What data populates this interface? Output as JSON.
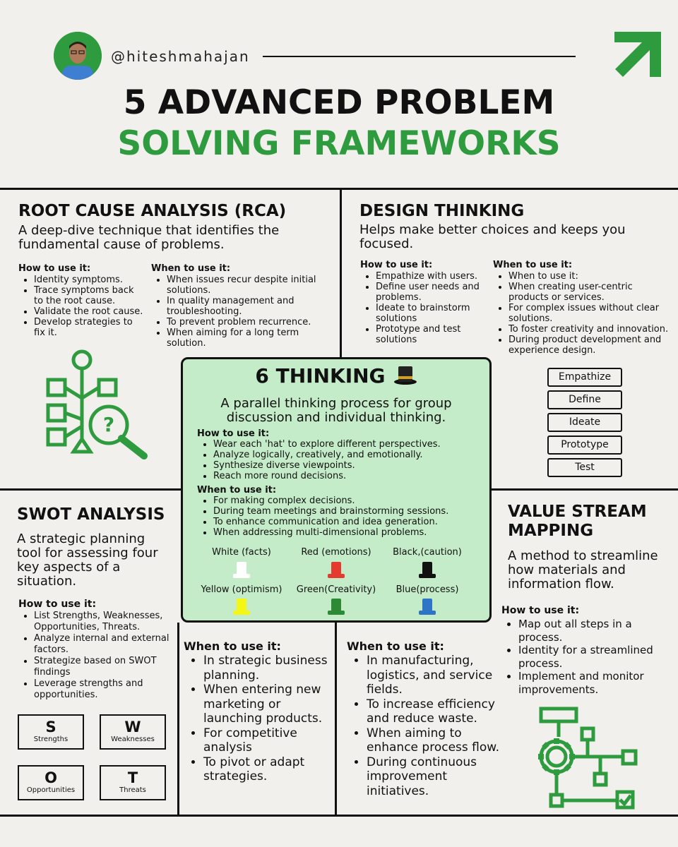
{
  "header": {
    "handle": "@hiteshmahajan",
    "title_line1": "5 ADVANCED PROBLEM",
    "title_line2": "SOLVING FRAMEWORKS",
    "accent_color": "#2e9b3e"
  },
  "rca": {
    "title": "ROOT CAUSE ANALYSIS (RCA)",
    "desc": "A deep-dive technique that identifies the fundamental cause of problems.",
    "how_heading": "How to use it:",
    "how": [
      "Identity symptoms.",
      "Trace symptoms back to the root cause.",
      "Validate the root cause.",
      "Develop strategies to fix it."
    ],
    "when_heading": "When to use it:",
    "when": [
      "When issues recur despite initial solutions.",
      "In quality management and troubleshooting.",
      "To prevent problem recurrence.",
      "When aiming for a long term solution."
    ],
    "icon": "root-cause-tree-magnifier-icon"
  },
  "design": {
    "title": "DESIGN THINKING",
    "desc": "Helps make better choices and keeps you focused.",
    "how_heading": "How to use it:",
    "how": [
      "Empathize with users.",
      "Define user needs and problems.",
      "Ideate to brainstorm solutions",
      "Prototype and test solutions"
    ],
    "when_heading": "When to use it:",
    "when": [
      "When to use it:",
      "When creating user-centric products or services.",
      "For complex issues without clear solutions.",
      "To foster creativity and innovation.",
      "During product development and experience design."
    ],
    "steps": [
      "Empathize",
      "Define",
      "Ideate",
      "Prototype",
      "Test"
    ]
  },
  "hats": {
    "title": "6 THINKING",
    "title_icon": "top-hat-icon",
    "desc": "A parallel thinking process for group discussion and individual thinking.",
    "how_heading": "How to use it:",
    "how": [
      "Wear each 'hat' to explore different perspectives.",
      "Analyze logically, creatively, and emotionally.",
      "Synthesize diverse viewpoints.",
      "Reach more round decisions."
    ],
    "when_heading": "When to use it:",
    "when": [
      "For making complex decisions.",
      "During team meetings and brainstorming sessions.",
      "To enhance communication and idea generation.",
      "When addressing multi-dimensional problems."
    ],
    "hat_list": [
      {
        "label": "White (facts)",
        "color": "#ffffff"
      },
      {
        "label": "Red (emotions)",
        "color": "#e53a2e"
      },
      {
        "label": "Black,(caution)",
        "color": "#111111"
      },
      {
        "label": "Yellow (optimism)",
        "color": "#f4f716"
      },
      {
        "label": "Green(Creativity)",
        "color": "#2b8a33"
      },
      {
        "label": "Blue(process)",
        "color": "#2f74c6"
      }
    ],
    "box_color": "#c5ecc8"
  },
  "swot": {
    "title": "SWOT ANALYSIS",
    "desc": "A strategic planning tool for assessing four key aspects of a situation.",
    "how_heading": "How to use it:",
    "how": [
      "List Strengths, Weaknesses, Opportunities, Threats.",
      "Analyze internal and external factors.",
      "Strategize based on SWOT findings",
      "Leverage strengths and opportunities."
    ],
    "when_heading": "When to use it:",
    "when": [
      "In strategic business planning.",
      "When entering new marketing or launching products.",
      "For competitive analysis",
      "To pivot or adapt strategies."
    ],
    "boxes": [
      {
        "letter": "S",
        "word": "Strengths"
      },
      {
        "letter": "W",
        "word": "Weaknesses"
      },
      {
        "letter": "O",
        "word": "Opportunities"
      },
      {
        "letter": "T",
        "word": "Threats"
      }
    ]
  },
  "vsm": {
    "title_line1": "VALUE STREAM",
    "title_line2": "MAPPING",
    "desc": "A method to streamline how materials and information flow.",
    "how_heading": "How to use it:",
    "how": [
      "Map out all steps in a process.",
      "Identity for a streamlined process.",
      "Implement and monitor improvements."
    ],
    "when_heading": "When to use it:",
    "when": [
      "In manufacturing, logistics, and service fields.",
      "To increase efficiency and reduce waste.",
      "When aiming to enhance process flow.",
      "During continuous improvement initiatives."
    ],
    "icon": "gear-flowchart-icon"
  }
}
